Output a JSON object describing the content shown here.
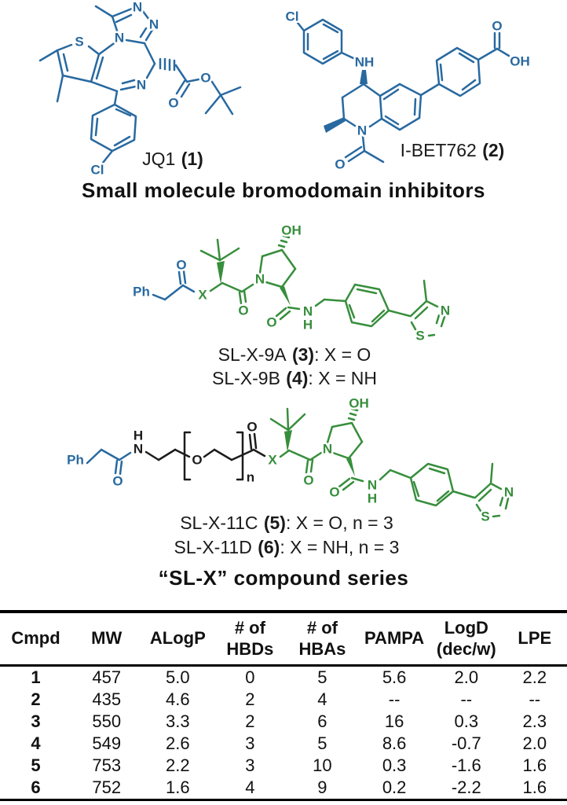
{
  "colors": {
    "structure_blue": "#2869a0",
    "structure_green": "#378e3c",
    "text_black": "#111111"
  },
  "atoms": {
    "S": "S",
    "N": "N",
    "O": "O",
    "Cl": "Cl",
    "OH": "OH",
    "NH": "NH",
    "Ph": "Ph",
    "X": "X",
    "n": "n",
    "H": "H"
  },
  "labels": {
    "jq1": {
      "name": "JQ1",
      "num": "(1)",
      "cond": ""
    },
    "ibet": {
      "name": "I-BET762",
      "num": "(2)",
      "cond": ""
    },
    "slx9a": {
      "name": "SL-X-9A",
      "num": "(3)",
      "cond": ": X = O"
    },
    "slx9b": {
      "name": "SL-X-9B",
      "num": "(4)",
      "cond": ": X = NH"
    },
    "slx11c": {
      "name": "SL-X-11C",
      "num": "(5)",
      "cond": ": X = O, n = 3"
    },
    "slx11d": {
      "name": "SL-X-11D",
      "num": "(6)",
      "cond": ": X = NH, n = 3"
    }
  },
  "captions": {
    "inhibitors": "Small molecule bromodomain inhibitors",
    "series": "“SL-X” compound series"
  },
  "table": {
    "headers": [
      [
        "Cmpd"
      ],
      [
        "MW"
      ],
      [
        "ALogP"
      ],
      [
        "# of",
        "HBDs"
      ],
      [
        "# of",
        "HBAs"
      ],
      [
        "PAMPA"
      ],
      [
        "LogD",
        "(dec/w)"
      ],
      [
        "LPE"
      ]
    ],
    "rows": [
      [
        "1",
        "457",
        "5.0",
        "0",
        "5",
        "5.6",
        "2.0",
        "2.2"
      ],
      [
        "2",
        "435",
        "4.6",
        "2",
        "4",
        "--",
        "--",
        "--"
      ],
      [
        "3",
        "550",
        "3.3",
        "2",
        "6",
        "16",
        "0.3",
        "2.3"
      ],
      [
        "4",
        "549",
        "2.6",
        "3",
        "5",
        "8.6",
        "-0.7",
        "2.0"
      ],
      [
        "5",
        "753",
        "2.2",
        "3",
        "10",
        "0.3",
        "-1.6",
        "1.6"
      ],
      [
        "6",
        "752",
        "1.6",
        "4",
        "9",
        "0.2",
        "-2.2",
        "1.6"
      ]
    ]
  }
}
